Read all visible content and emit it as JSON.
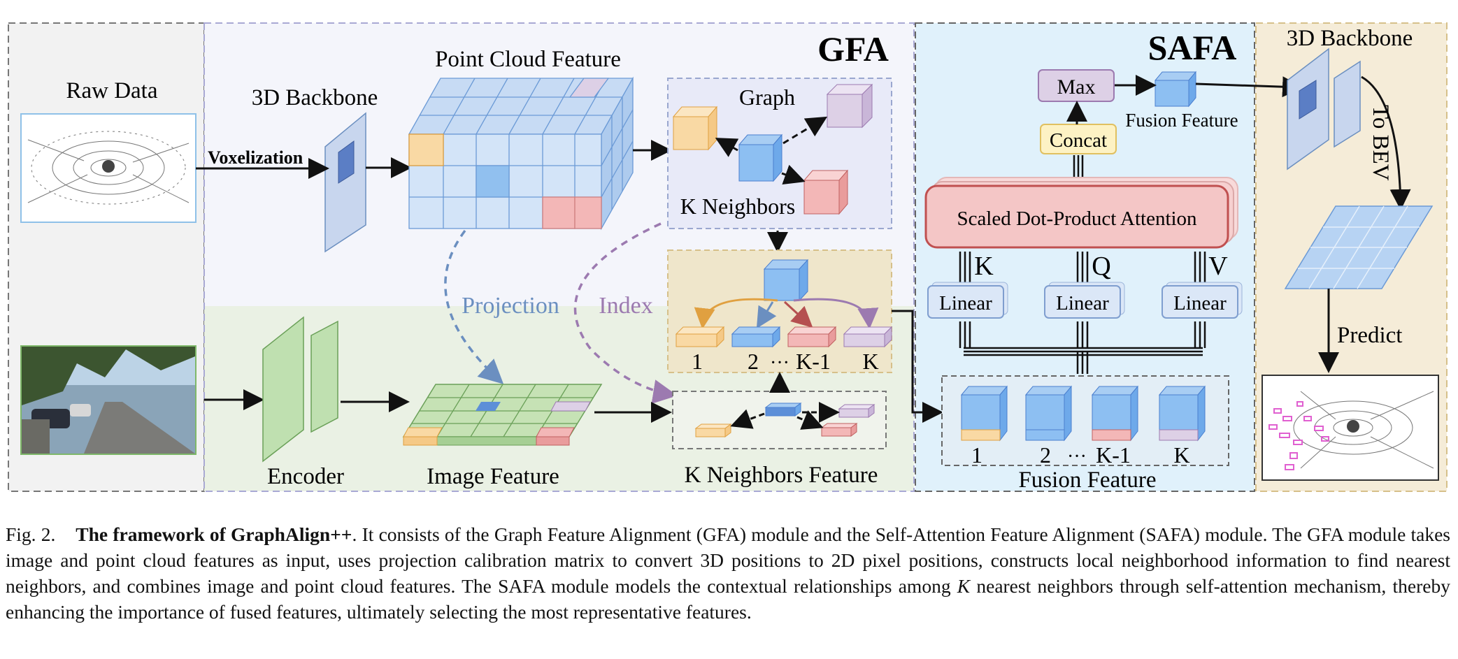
{
  "figure": {
    "raw_data_label": "Raw Data",
    "backbone_label": "3D Backbone",
    "voxelization_label": "Voxelization",
    "point_cloud_feature_label": "Point Cloud Feature",
    "gfa_title": "GFA",
    "graph_label": "Graph",
    "k_neighbors_label": "K Neighbors",
    "projection_label": "Projection",
    "index_label": "Index",
    "encoder_label": "Encoder",
    "image_feature_label": "Image Feature",
    "k_neighbors_feature_label": "K Neighbors Feature",
    "neighbor_tree_labels": [
      "1",
      "2",
      "···",
      "K-1",
      "K"
    ],
    "safa_title": "SAFA",
    "max_label": "Max",
    "concat_label": "Concat",
    "fusion_feature_top_label": "Fusion Feature",
    "attention_label": "Scaled Dot-Product Attention",
    "qkv_labels": [
      "K",
      "Q",
      "V"
    ],
    "linear_label": "Linear",
    "fusion_feature_labels": [
      "1",
      "2",
      "···",
      "K-1",
      "K"
    ],
    "fusion_feature_bottom_label": "Fusion Feature",
    "right_backbone_label": "3D Backbone",
    "to_bev_label": "To BEV",
    "predict_label": "Predict",
    "colors": {
      "gfa_bg": "#f4f5fb",
      "image_bg": "#eaf1e4",
      "safa_bg": "#e0f1fb",
      "backbone_bg": "#f5ecd8",
      "voxel_blue": "#b7d3f3",
      "orange": "#f9d9a4",
      "pink": "#f3b7b7",
      "purple": "#ddd0e6",
      "green": "#c6e2b5",
      "attention_red": "#f4c6c6"
    }
  },
  "caption": {
    "prefix": "Fig. 2.",
    "title": "The framework of GraphAlign++",
    "body_1": ". It consists of the Graph Feature Alignment (GFA) module and the Self-Attention Feature Alignment (SAFA) module. The GFA module takes image and point cloud features as input, uses projection calibration matrix to convert 3D positions to 2D pixel positions, constructs local neighborhood information to find nearest neighbors, and combines image and point cloud features. The SAFA module models the contextual relationships among ",
    "k_symbol": "K",
    "body_2": " nearest neighbors through self-attention mechanism, thereby enhancing the importance of fused features, ultimately selecting the most representative features."
  }
}
